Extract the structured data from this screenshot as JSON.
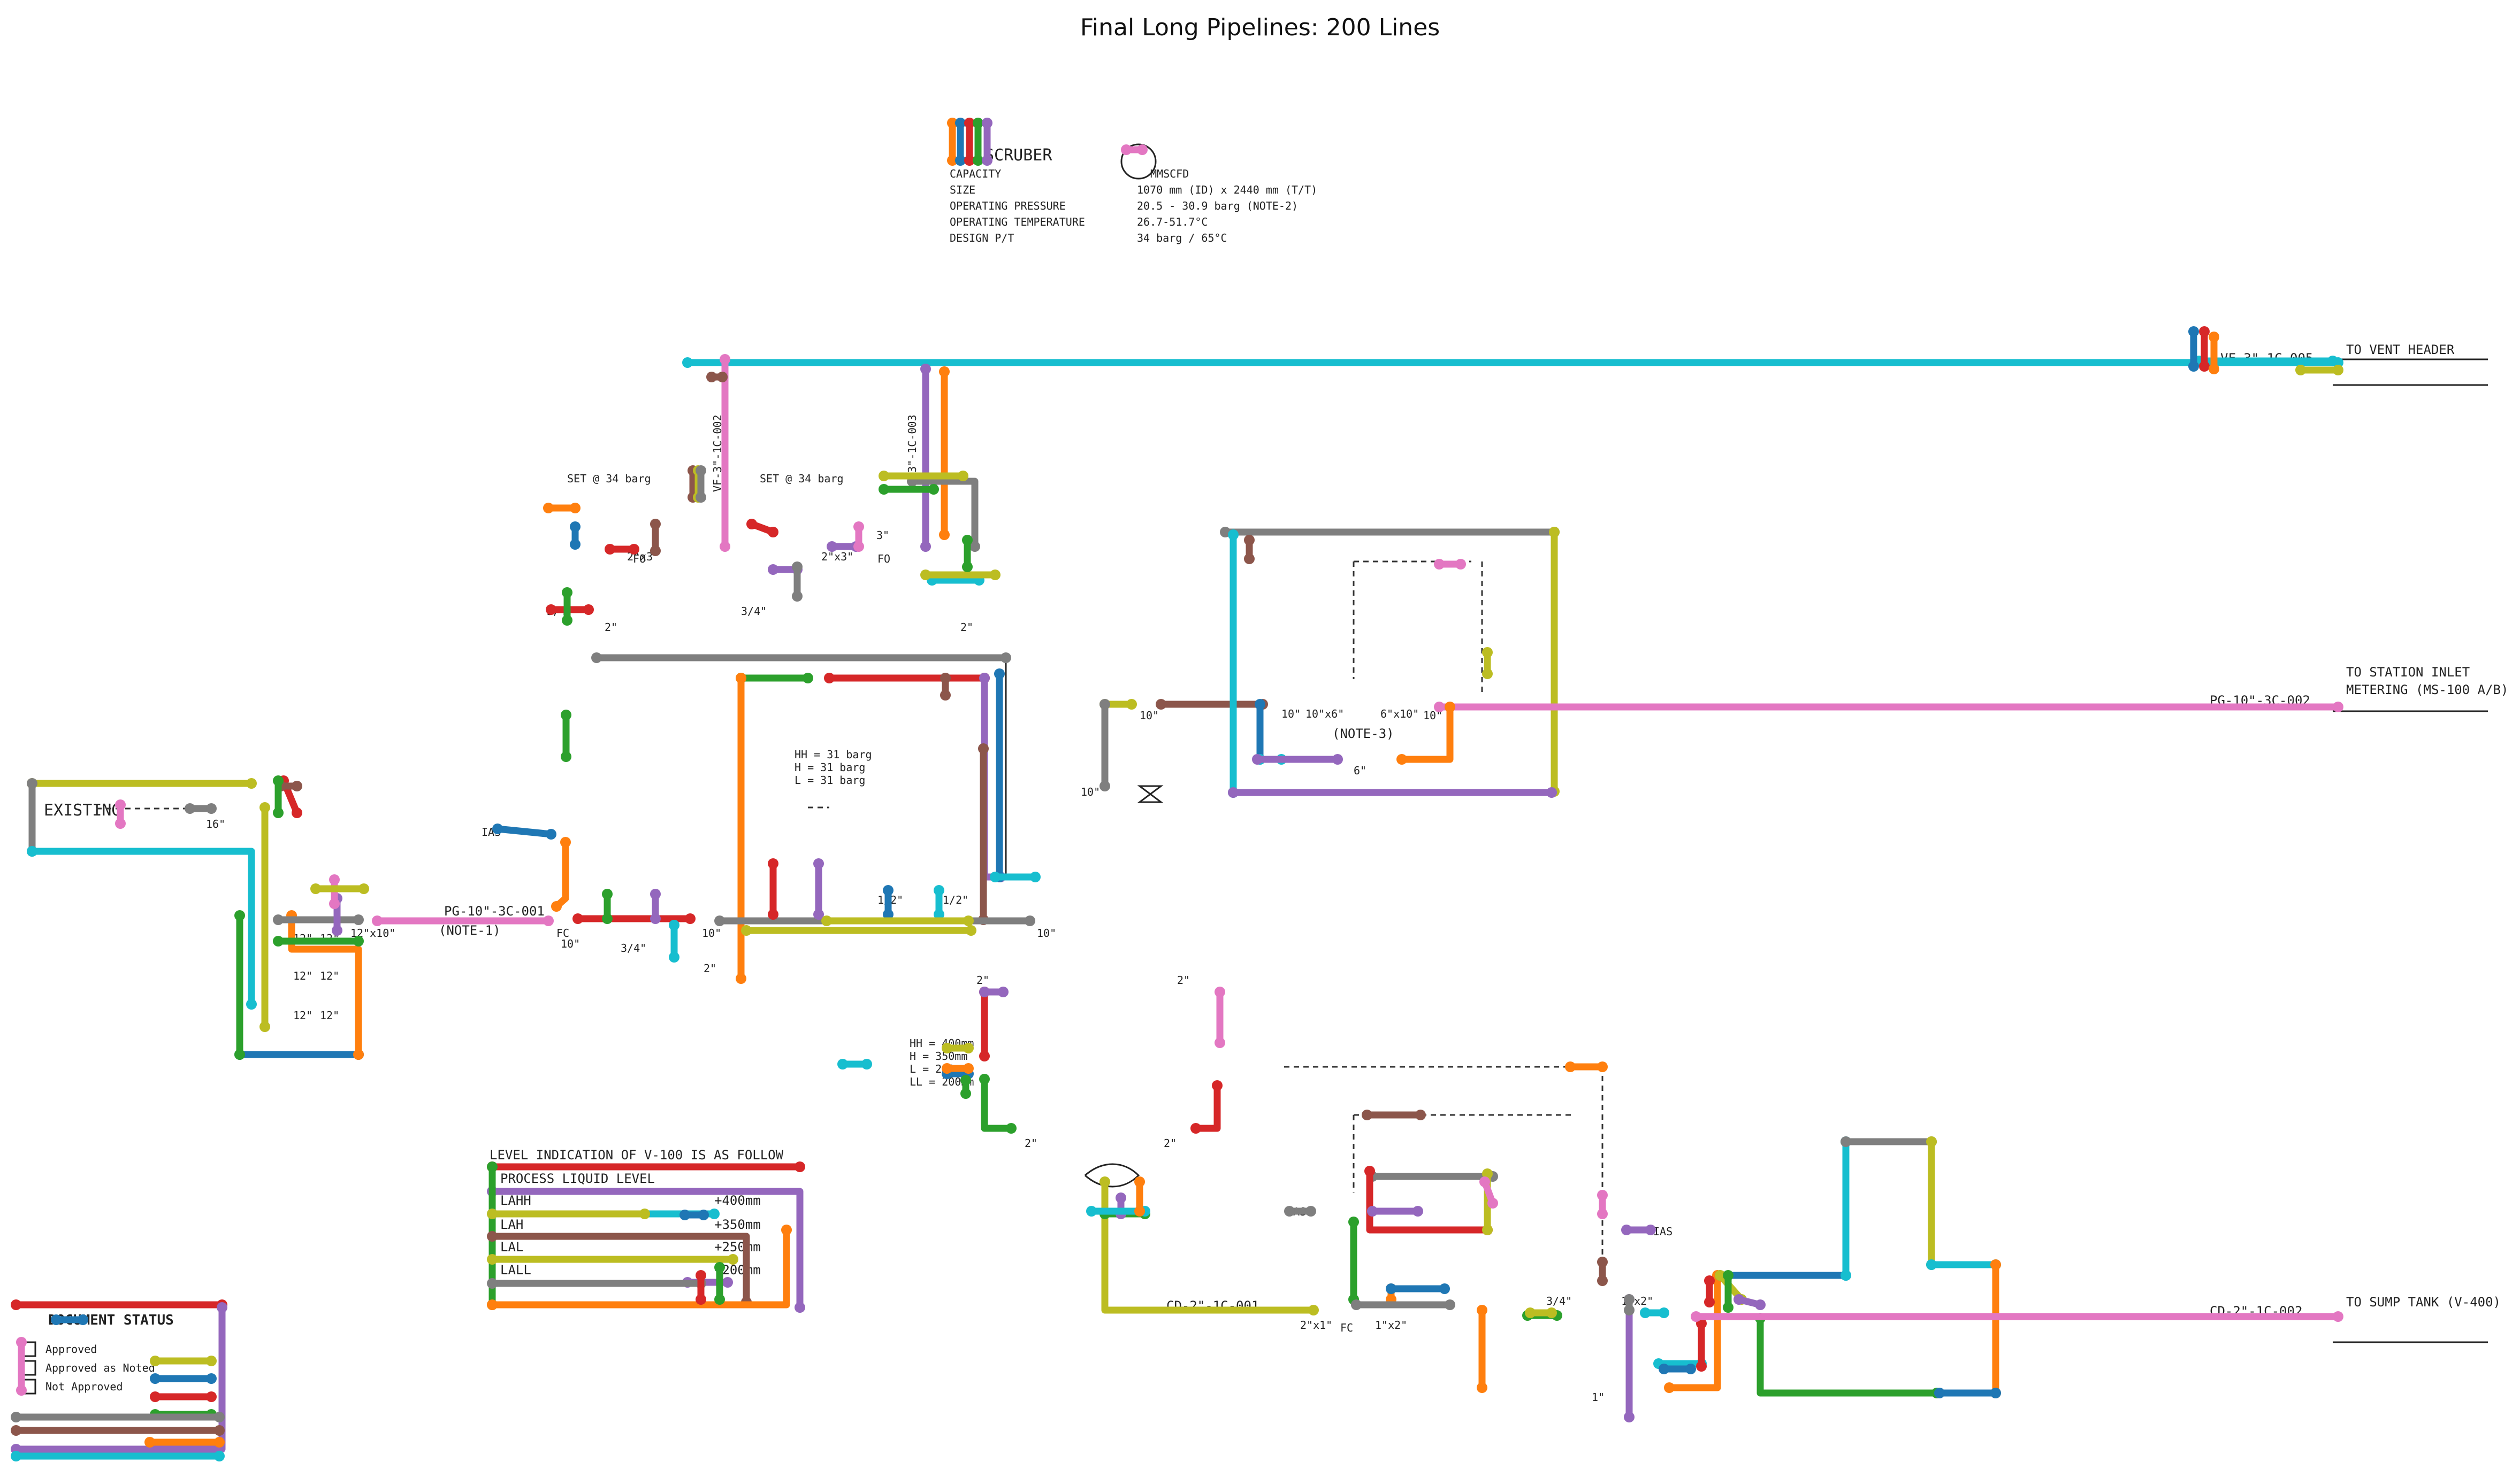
{
  "title": "Final Long Pipelines: 200 Lines",
  "colors": {
    "blue": "#1f77b4",
    "orange": "#ff7f0e",
    "green": "#2ca02c",
    "red": "#d62728",
    "purple": "#9467bd",
    "brown": "#8c564b",
    "pink": "#e377c2",
    "gray": "#7f7f7f",
    "olive": "#bcbd22",
    "cyan": "#17becf"
  },
  "equipment": {
    "name": "SCRUBER",
    "specs": [
      {
        "key": "CAPACITY",
        "value": "MMSCFD"
      },
      {
        "key": "SIZE",
        "value": "1070 mm (ID) x 2440 mm (T/T)"
      },
      {
        "key": "OPERATING PRESSURE",
        "value": "20.5 - 30.9 barg (NOTE-2)"
      },
      {
        "key": "OPERATING TEMPERATURE",
        "value": "26.7-51.7°C"
      },
      {
        "key": "DESIGN P/T",
        "value": "34 barg / 65°C"
      }
    ]
  },
  "destinations": {
    "vent": "TO VENT HEADER",
    "station_inlet": [
      "TO STATION INLET",
      "METERING (MS-100 A/B)"
    ],
    "sump": "TO SUMP TANK (V-400)",
    "existing": "EXISTING"
  },
  "line_tags": {
    "vent_line": "VF-3\"-1C-005",
    "station_line": "PG-10\"-3C-002",
    "sump_line": "CD-2\"-1C-002",
    "drain_line": "CD-2\"-1C-001",
    "inlet_line": "PG-10\"-3C-001",
    "relief_a": "VF-3\"-1C-002",
    "relief_b": "VF-3\"-1C-003"
  },
  "psv": {
    "set_a": "SET @ 34 barg",
    "set_b": "SET @ 34 barg"
  },
  "notes": {
    "note1": "(NOTE-1)",
    "note3": "(NOTE-3)"
  },
  "level_table": {
    "heading": "LEVEL INDICATION OF V-100 IS AS FOLLOW",
    "subheading": "PROCESS LIQUID LEVEL",
    "rows": [
      {
        "tag": "LAHH",
        "value": "+400mm"
      },
      {
        "tag": "LAH",
        "value": "+350mm"
      },
      {
        "tag": "LAL",
        "value": "+250mm"
      },
      {
        "tag": "LALL",
        "value": "+200mm"
      }
    ]
  },
  "vessel_levels": [
    "HH = 31 barg",
    "H = 31 barg",
    "L = 31 barg"
  ],
  "gauge_levels": [
    "HH = 400mm",
    "H = 350mm",
    "L = 250mm",
    "LL = 200mm"
  ],
  "status_box": {
    "heading": "DOCUMENT STATUS",
    "rows": [
      "Approved",
      "Approved as Noted",
      "Not Approved"
    ]
  },
  "sizes": {
    "s10": "10\"",
    "s12": "12\"",
    "s16": "16\"",
    "s2": "2\"",
    "s3": "3\"",
    "s34": "3/4\"",
    "s12x10": "12\"x10\"",
    "s10x6": "10\"x6\"",
    "s6x10": "6\"x10\"",
    "s6": "6\"",
    "s1x2": "1\"x2\"",
    "s2x3": "2\"x3\"",
    "s2x1": "2\"x1\"",
    "s12h": "1/2\"",
    "s1": "1\""
  },
  "abbrev": {
    "ias": "IAS",
    "fo": "FO",
    "fc": "FC"
  }
}
